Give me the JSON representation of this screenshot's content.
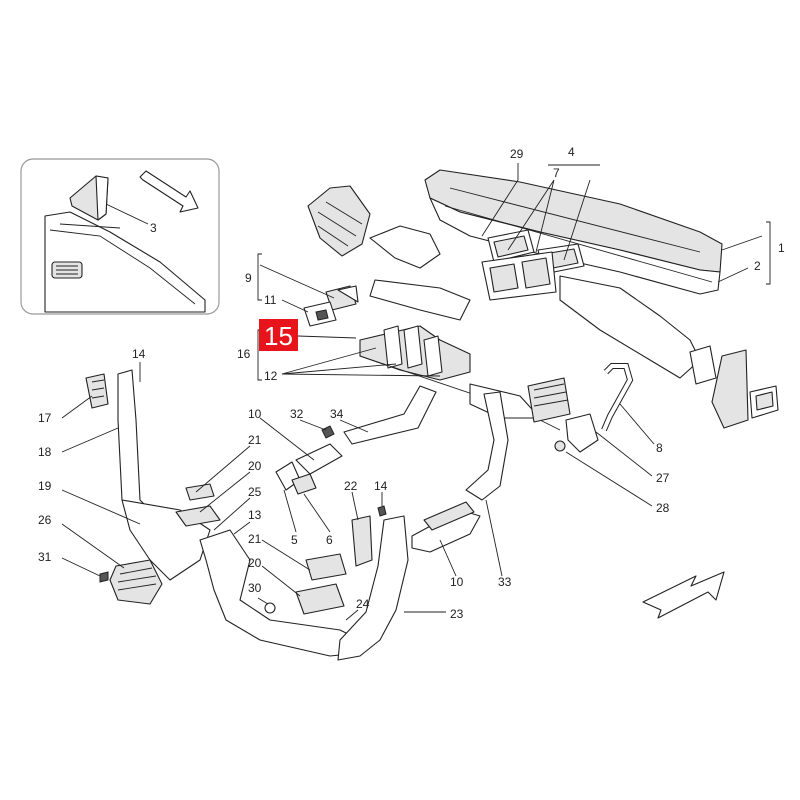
{
  "diagram": {
    "highlight": {
      "label": "15",
      "color": "#e8141b"
    },
    "callouts": [
      {
        "id": "c1",
        "label": "1"
      },
      {
        "id": "c2",
        "label": "2"
      },
      {
        "id": "c3",
        "label": "3"
      },
      {
        "id": "c4",
        "label": "4"
      },
      {
        "id": "c5",
        "label": "5"
      },
      {
        "id": "c6",
        "label": "6"
      },
      {
        "id": "c7",
        "label": "7"
      },
      {
        "id": "c8",
        "label": "8"
      },
      {
        "id": "c9",
        "label": "9"
      },
      {
        "id": "c10a",
        "label": "10"
      },
      {
        "id": "c10b",
        "label": "10"
      },
      {
        "id": "c11",
        "label": "11"
      },
      {
        "id": "c12",
        "label": "12"
      },
      {
        "id": "c13",
        "label": "13"
      },
      {
        "id": "c14a",
        "label": "14"
      },
      {
        "id": "c14b",
        "label": "14"
      },
      {
        "id": "c16",
        "label": "16"
      },
      {
        "id": "c17",
        "label": "17"
      },
      {
        "id": "c18",
        "label": "18"
      },
      {
        "id": "c19",
        "label": "19"
      },
      {
        "id": "c20a",
        "label": "20"
      },
      {
        "id": "c20b",
        "label": "20"
      },
      {
        "id": "c21a",
        "label": "21"
      },
      {
        "id": "c21b",
        "label": "21"
      },
      {
        "id": "c22",
        "label": "22"
      },
      {
        "id": "c23",
        "label": "23"
      },
      {
        "id": "c24",
        "label": "24"
      },
      {
        "id": "c25",
        "label": "25"
      },
      {
        "id": "c26",
        "label": "26"
      },
      {
        "id": "c27",
        "label": "27"
      },
      {
        "id": "c28",
        "label": "28"
      },
      {
        "id": "c29",
        "label": "29"
      },
      {
        "id": "c30",
        "label": "30"
      },
      {
        "id": "c31",
        "label": "31"
      },
      {
        "id": "c32",
        "label": "32"
      },
      {
        "id": "c33",
        "label": "33"
      },
      {
        "id": "c34",
        "label": "34"
      }
    ]
  }
}
